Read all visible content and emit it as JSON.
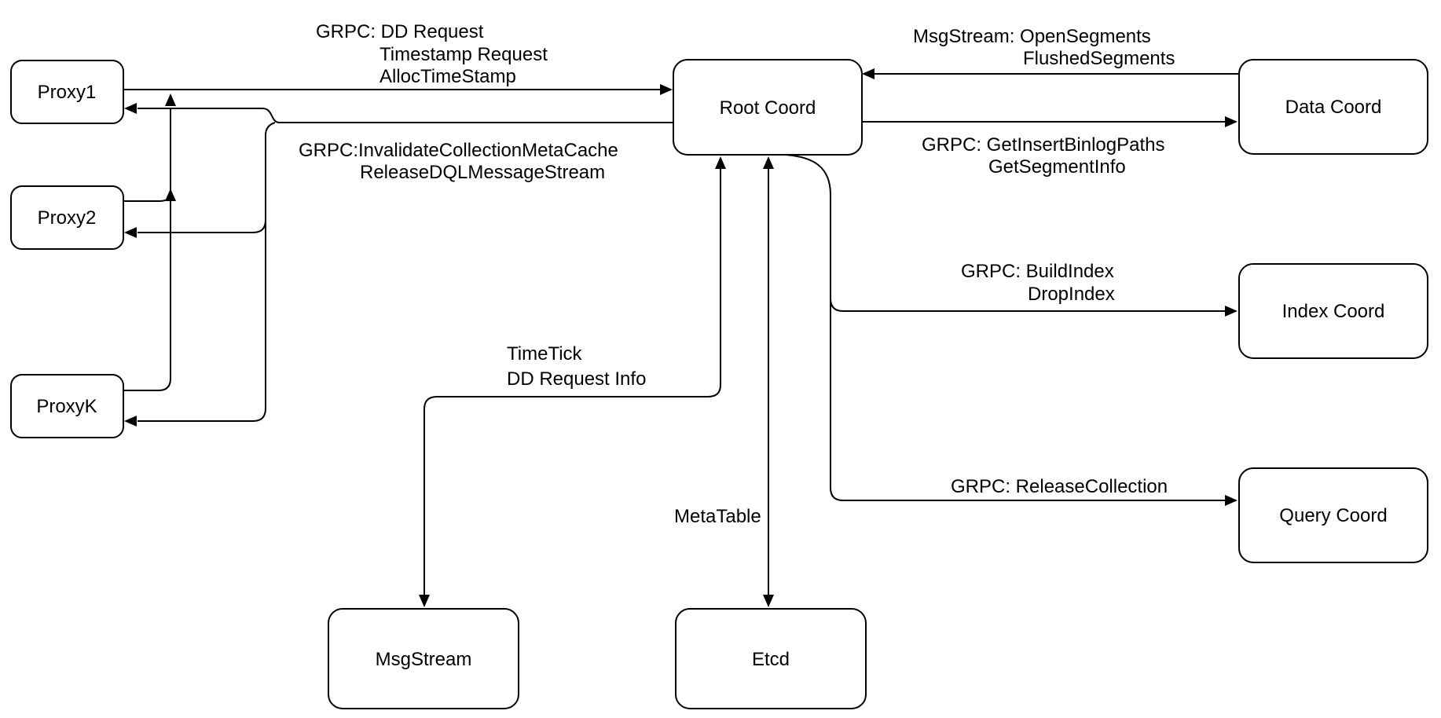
{
  "canvas": {
    "background": "#ffffff",
    "stroke_color": "#000000",
    "node_fill": "#ffffff",
    "text_color": "#000000"
  },
  "nodes": {
    "proxy1": {
      "label": "Proxy1"
    },
    "proxy2": {
      "label": "Proxy2"
    },
    "proxyk": {
      "label": "ProxyK"
    },
    "root_coord": {
      "label": "Root Coord"
    },
    "data_coord": {
      "label": "Data Coord"
    },
    "index_coord": {
      "label": "Index Coord"
    },
    "query_coord": {
      "label": "Query Coord"
    },
    "msg_stream": {
      "label": "MsgStream"
    },
    "etcd": {
      "label": "Etcd"
    }
  },
  "edge_labels": {
    "proxies_to_root": {
      "from": "Proxy1",
      "to": "Root Coord",
      "line1": "GRPC: DD Request",
      "line2": "Timestamp Request",
      "line3": "AllocTimeStamp"
    },
    "root_to_proxies": {
      "from": "Root Coord",
      "to": "Proxy1 / Proxy2 / ProxyK",
      "line1": "GRPC:InvalidateCollectionMetaCache",
      "line2": "ReleaseDQLMessageStream"
    },
    "data_to_root": {
      "from": "Data Coord",
      "to": "Root Coord",
      "line1": "MsgStream: OpenSegments",
      "line2": "FlushedSegments"
    },
    "root_to_data": {
      "from": "Root Coord",
      "to": "Data Coord",
      "line1": "GRPC: GetInsertBinlogPaths",
      "line2": "GetSegmentInfo"
    },
    "root_to_index": {
      "from": "Root Coord",
      "to": "Index Coord",
      "line1": "GRPC: BuildIndex",
      "line2": "DropIndex"
    },
    "root_to_query": {
      "from": "Root Coord",
      "to": "Query Coord",
      "line1": "GRPC: ReleaseCollection"
    },
    "root_to_msgstream": {
      "from": "Root Coord",
      "to": "MsgStream",
      "line1": "TimeTick",
      "line2": "DD Request Info"
    },
    "root_to_etcd": {
      "from": "Root Coord",
      "to": "Etcd",
      "line1": "MetaTable"
    }
  }
}
